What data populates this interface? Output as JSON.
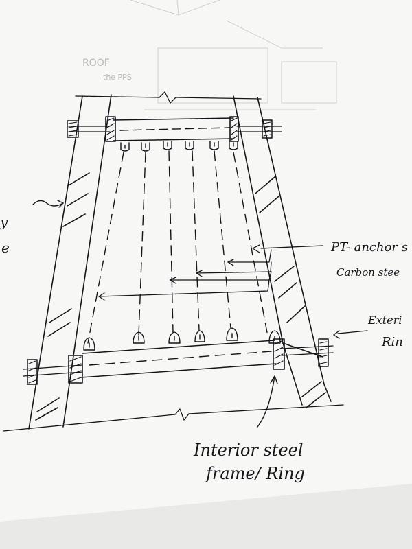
{
  "sketch": {
    "labels": {
      "pt_anchor_line1": "PT- anchor s",
      "pt_anchor_line2": "Carbon stee",
      "exterior_line1": "Exteri",
      "exterior_line2": "Rin",
      "interior_line1": "Interior steel",
      "interior_line2": "frame/ Ring",
      "left_clip_1": "y",
      "left_clip_2": "e"
    },
    "faint_text": {
      "background_note_1": "ROOF",
      "background_note_2": "the PPS"
    },
    "colors": {
      "ink": "#15151a",
      "paper": "#f7f7f5",
      "background": "#e9e9e7",
      "faint_pencil": "#c4c4c0"
    }
  }
}
